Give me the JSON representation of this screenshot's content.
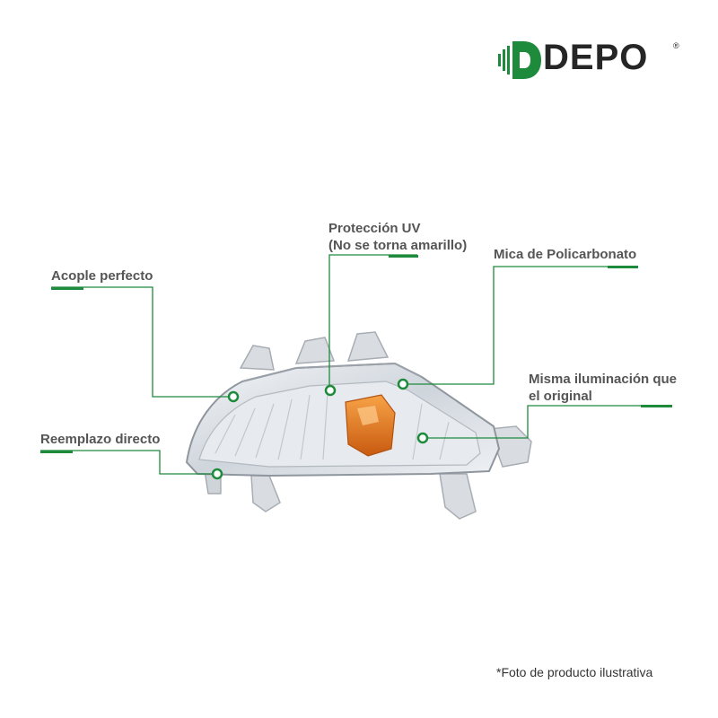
{
  "brand": {
    "name": "DEPO",
    "registered_mark": "®",
    "green": "#1e8a3c"
  },
  "callouts": [
    {
      "id": "acople",
      "lines": [
        "Acople perfecto"
      ]
    },
    {
      "id": "reemplazo",
      "lines": [
        "Reemplazo directo"
      ]
    },
    {
      "id": "uv",
      "lines": [
        "Protección UV",
        "(No se torna amarillo)"
      ]
    },
    {
      "id": "mica",
      "lines": [
        "Mica de Policarbonato"
      ]
    },
    {
      "id": "iluminacion",
      "lines": [
        "Misma iluminación que",
        "el original"
      ]
    }
  ],
  "product": {
    "description_icon": "turn-signal-lamp-icon",
    "lens_color": "#d8dde2",
    "bulb_color": "#e8741c"
  },
  "footnote": "*Foto de producto ilustrativa"
}
